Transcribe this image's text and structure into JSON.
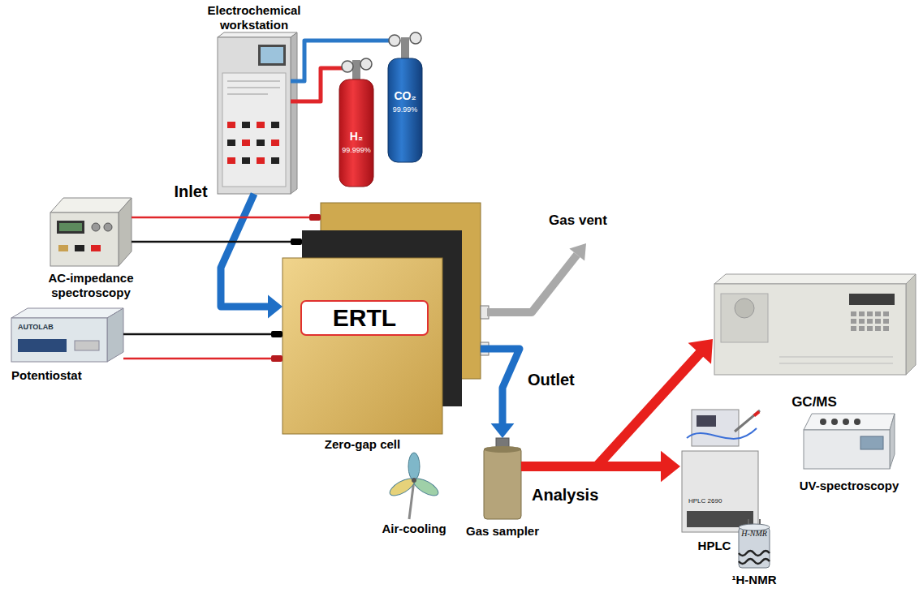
{
  "diagram": {
    "nodes": [
      {
        "text": [
          "Electrochemical workstation"
        ]
      },
      {
        "text": [
          "H₂",
          "99.999%"
        ]
      },
      {
        "text": [
          "CO₂",
          "99.99%"
        ]
      },
      {
        "text": [
          "AC-impedance spectroscopy"
        ]
      },
      {
        "text": [
          "AUTOLAB",
          "Potentiostat"
        ]
      },
      {
        "text": [
          "Zero-gap cell"
        ]
      },
      {
        "text": [
          "ERTL"
        ],
        "in": 5
      },
      {
        "text": [
          "Gas sampler"
        ]
      },
      {
        "text": [
          "GC/MS"
        ]
      },
      {
        "text": [
          "HPLC 2690",
          "HPLC"
        ]
      },
      {
        "text": [
          "UV-spectroscopy"
        ]
      },
      {
        "text": [
          "H-NMR",
          "¹H-NMR"
        ]
      }
    ],
    "edges": [
      {
        "from": 1,
        "to": 0,
        "arrow": "none"
      },
      {
        "from": 2,
        "to": 0,
        "arrow": "none"
      },
      {
        "from": 0,
        "to": 5,
        "label": "Inlet",
        "arrow": "to"
      },
      {
        "from": 3,
        "to": 5,
        "arrow": "none"
      },
      {
        "from": 4,
        "to": 5,
        "arrow": "none"
      },
      {
        "from": 5,
        "to": 7,
        "label": "Outlet",
        "arrow": "to"
      },
      {
        "from": 7,
        "to": 8,
        "label": "Analysis",
        "arrow": "to"
      },
      {
        "from": 7,
        "to": 9,
        "arrow": "to"
      }
    ],
    "labels": [
      "Gas vent",
      "Air-cooling"
    ]
  }
}
